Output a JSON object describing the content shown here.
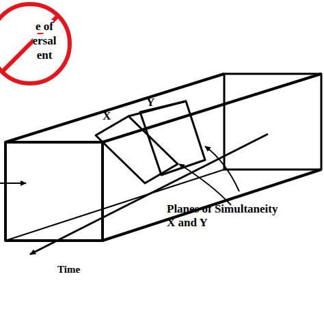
{
  "diagram": {
    "nodes": [
      {
        "text": [
          "e of ersal ent"
        ]
      }
    ],
    "labels": [
      "X",
      "Y",
      "Planes of Simultaneity X and Y",
      "Time"
    ]
  }
}
